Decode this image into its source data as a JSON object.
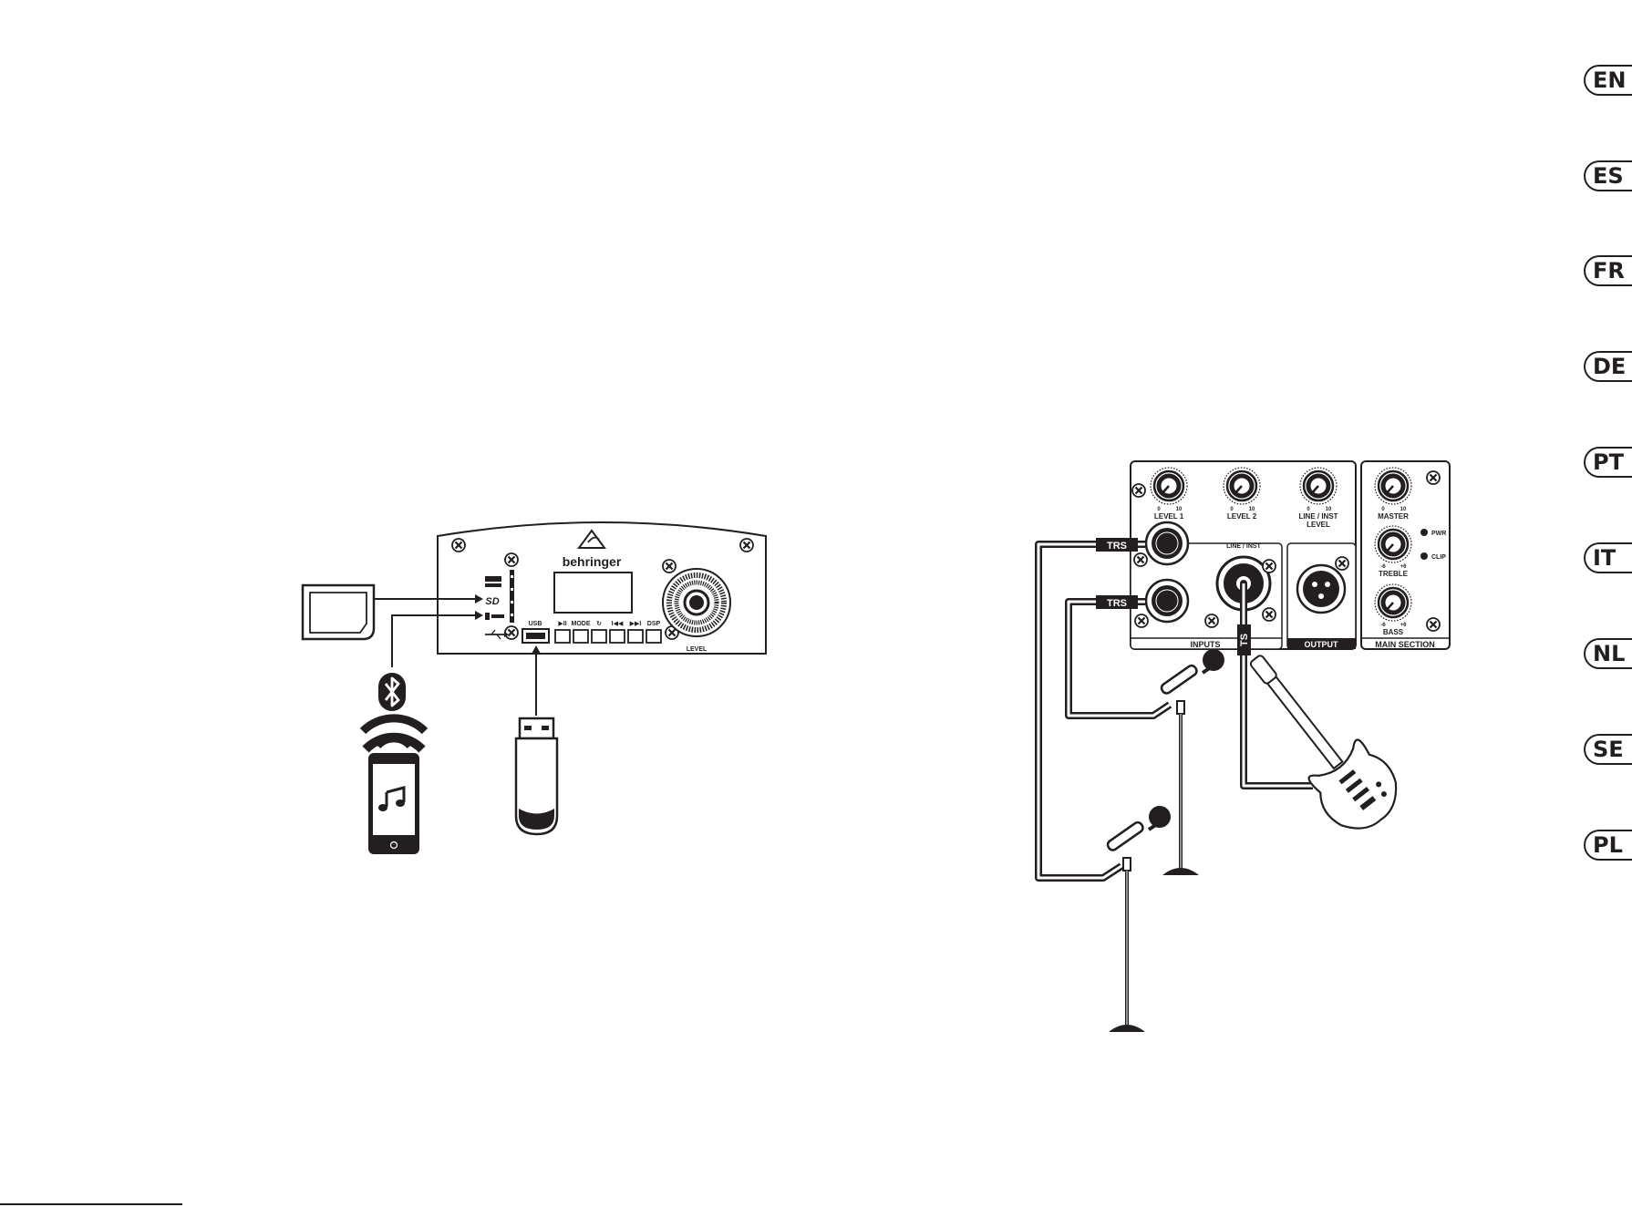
{
  "language_tabs": [
    "EN",
    "ES",
    "FR",
    "DE",
    "PT",
    "IT",
    "NL",
    "SE",
    "PL"
  ],
  "left_panel": {
    "brand": "behringer",
    "buttons": [
      "▶II",
      "MODE",
      "↻",
      "I◀◀",
      "▶▶I",
      "DSP"
    ],
    "usb_label": "USB",
    "knob_label": "LEVEL",
    "icons": [
      "mp3-icon",
      "sd-card-icon",
      "bluetooth-icon",
      "usb-icon",
      "music-note-icon"
    ]
  },
  "right_panel": {
    "knobs": [
      {
        "name": "LEVEL 1",
        "min": "0",
        "max": "10"
      },
      {
        "name": "LEVEL 2",
        "min": "0",
        "max": "10"
      },
      {
        "name": "LINE / INST",
        "name2": "LEVEL",
        "min": "0",
        "max": "10"
      },
      {
        "name": "MASTER",
        "min": "0",
        "max": "10"
      },
      {
        "name": "TREBLE",
        "min": "-6",
        "max": "+6"
      },
      {
        "name": "BASS",
        "min": "-6",
        "max": "+6"
      }
    ],
    "combo_label": "LINE / INST",
    "leds": [
      "PWR",
      "CLIP"
    ],
    "sections": [
      "INPUTS",
      "OUTPUT",
      "MAIN SECTION"
    ],
    "cable_labels": [
      "TRS",
      "TRS",
      "TS"
    ]
  }
}
